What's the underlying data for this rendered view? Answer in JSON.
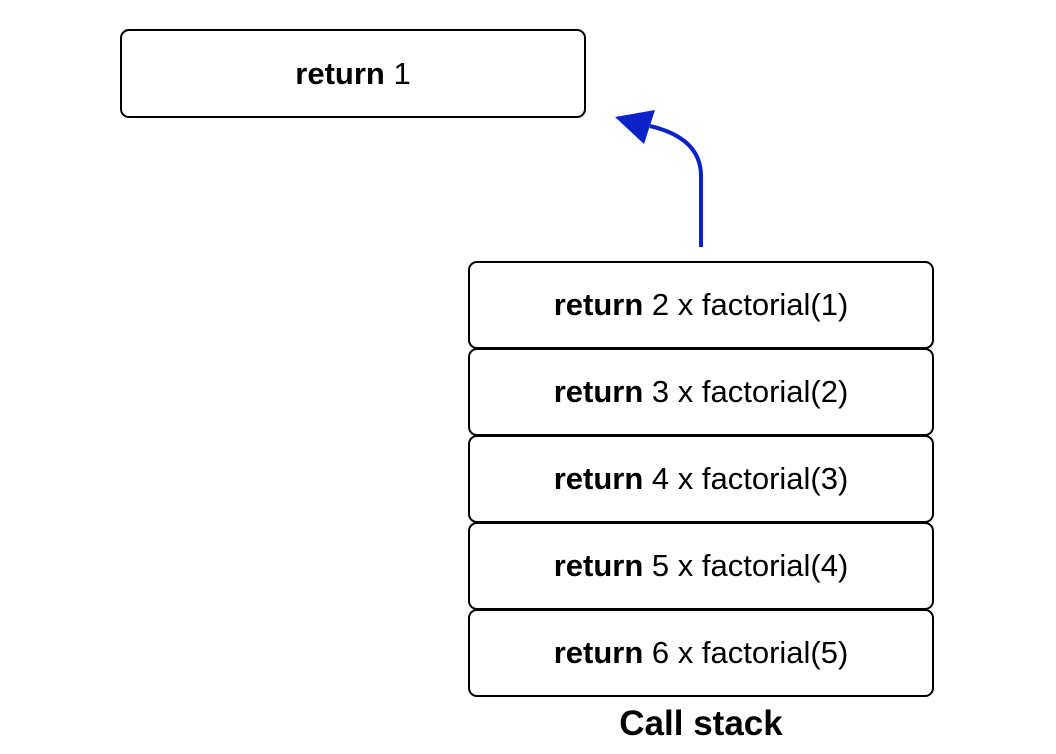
{
  "diagram": {
    "top_box": {
      "keyword": "return",
      "expression": "1"
    },
    "call_stack": {
      "frames": [
        {
          "keyword": "return",
          "expression": "2 x factorial(1)"
        },
        {
          "keyword": "return",
          "expression": "3 x factorial(2)"
        },
        {
          "keyword": "return",
          "expression": "4 x factorial(3)"
        },
        {
          "keyword": "return",
          "expression": "5 x factorial(4)"
        },
        {
          "keyword": "return",
          "expression": "6 x factorial(5)"
        }
      ],
      "caption": "Call stack"
    },
    "colors": {
      "arrow": "#0a22c8",
      "box_border": "#000000"
    },
    "icons": {
      "arrow": "curved-arrow-up-left-icon"
    }
  }
}
